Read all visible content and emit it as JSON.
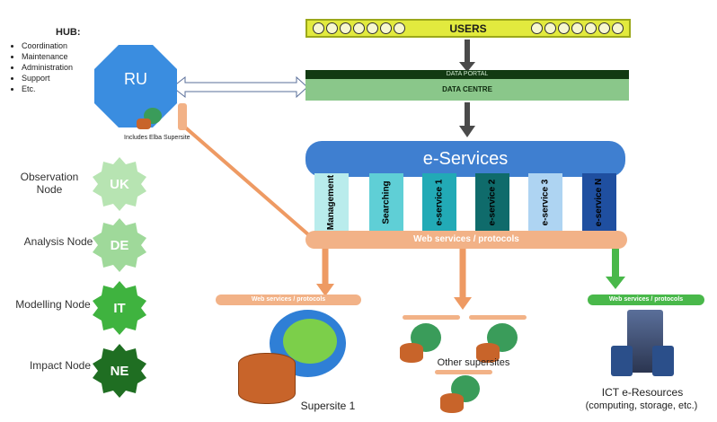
{
  "hub": {
    "title": "HUB:",
    "items": [
      "Coordination",
      "Maintenance",
      "Administration",
      "Support",
      "Etc."
    ],
    "ru_label": "RU",
    "includes": "Includes Elba Supersite"
  },
  "nodes": [
    {
      "label": "Observation Node",
      "code": "UK",
      "color": "#b7e4b2"
    },
    {
      "label": "Analysis Node",
      "code": "DE",
      "color": "#9fd99a"
    },
    {
      "label": "Modelling Node",
      "code": "IT",
      "color": "#3fb33f"
    },
    {
      "label": "Impact Node",
      "code": "NE",
      "color": "#1f6e22"
    }
  ],
  "top": {
    "users_label": "USERS",
    "data_portal": "DATA PORTAL",
    "data_centre": "DATA CENTRE"
  },
  "eservices": {
    "title": "e-Services",
    "columns": [
      {
        "label": "Management",
        "color": "#b9ecec",
        "text_color": "#1b1b1b"
      },
      {
        "label": "Searching",
        "color": "#5fcfd6",
        "text_color": "#1b1b1b"
      },
      {
        "label": "e-service 1",
        "color": "#22aab6",
        "text_color": "#1b1b1b"
      },
      {
        "label": "e-service 2",
        "color": "#0f6b6b",
        "text_color": "#1b1b1b"
      },
      {
        "label": "e-service 3",
        "color": "#aed4f2",
        "text_color": "#1b1b1b"
      },
      {
        "label": "e-service N",
        "color": "#1f4fa0",
        "text_color": "#1b1b1b"
      }
    ],
    "ws_main": "Web services / protocols"
  },
  "bottom": {
    "ws_left": "Web services / protocols",
    "ws_right": "Web services / protocols",
    "supersite1": "Supersite 1",
    "other": "Other supersites",
    "ict_line1": "ICT e-Resources",
    "ict_line2": "(computing, storage, etc.)"
  },
  "colors": {
    "ru": "#3a8de0",
    "orange": "#f2b287",
    "arrow_orange": "#ee9a63",
    "arrow_green": "#49b84a",
    "dark_arrow": "#4a4a4a"
  }
}
